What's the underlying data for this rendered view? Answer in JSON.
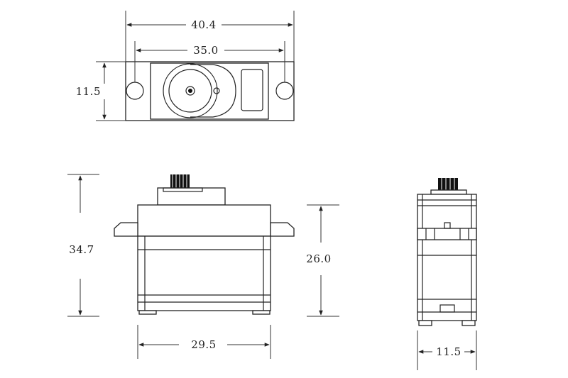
{
  "dimensions": {
    "top_total_width": "40.4",
    "top_hole_spacing": "35.0",
    "top_height": "11.5",
    "front_total_height": "34.7",
    "front_body_height": "26.0",
    "front_body_width": "29.5",
    "side_width": "11.5"
  },
  "colors": {
    "line": "#222222",
    "background": "#ffffff"
  }
}
